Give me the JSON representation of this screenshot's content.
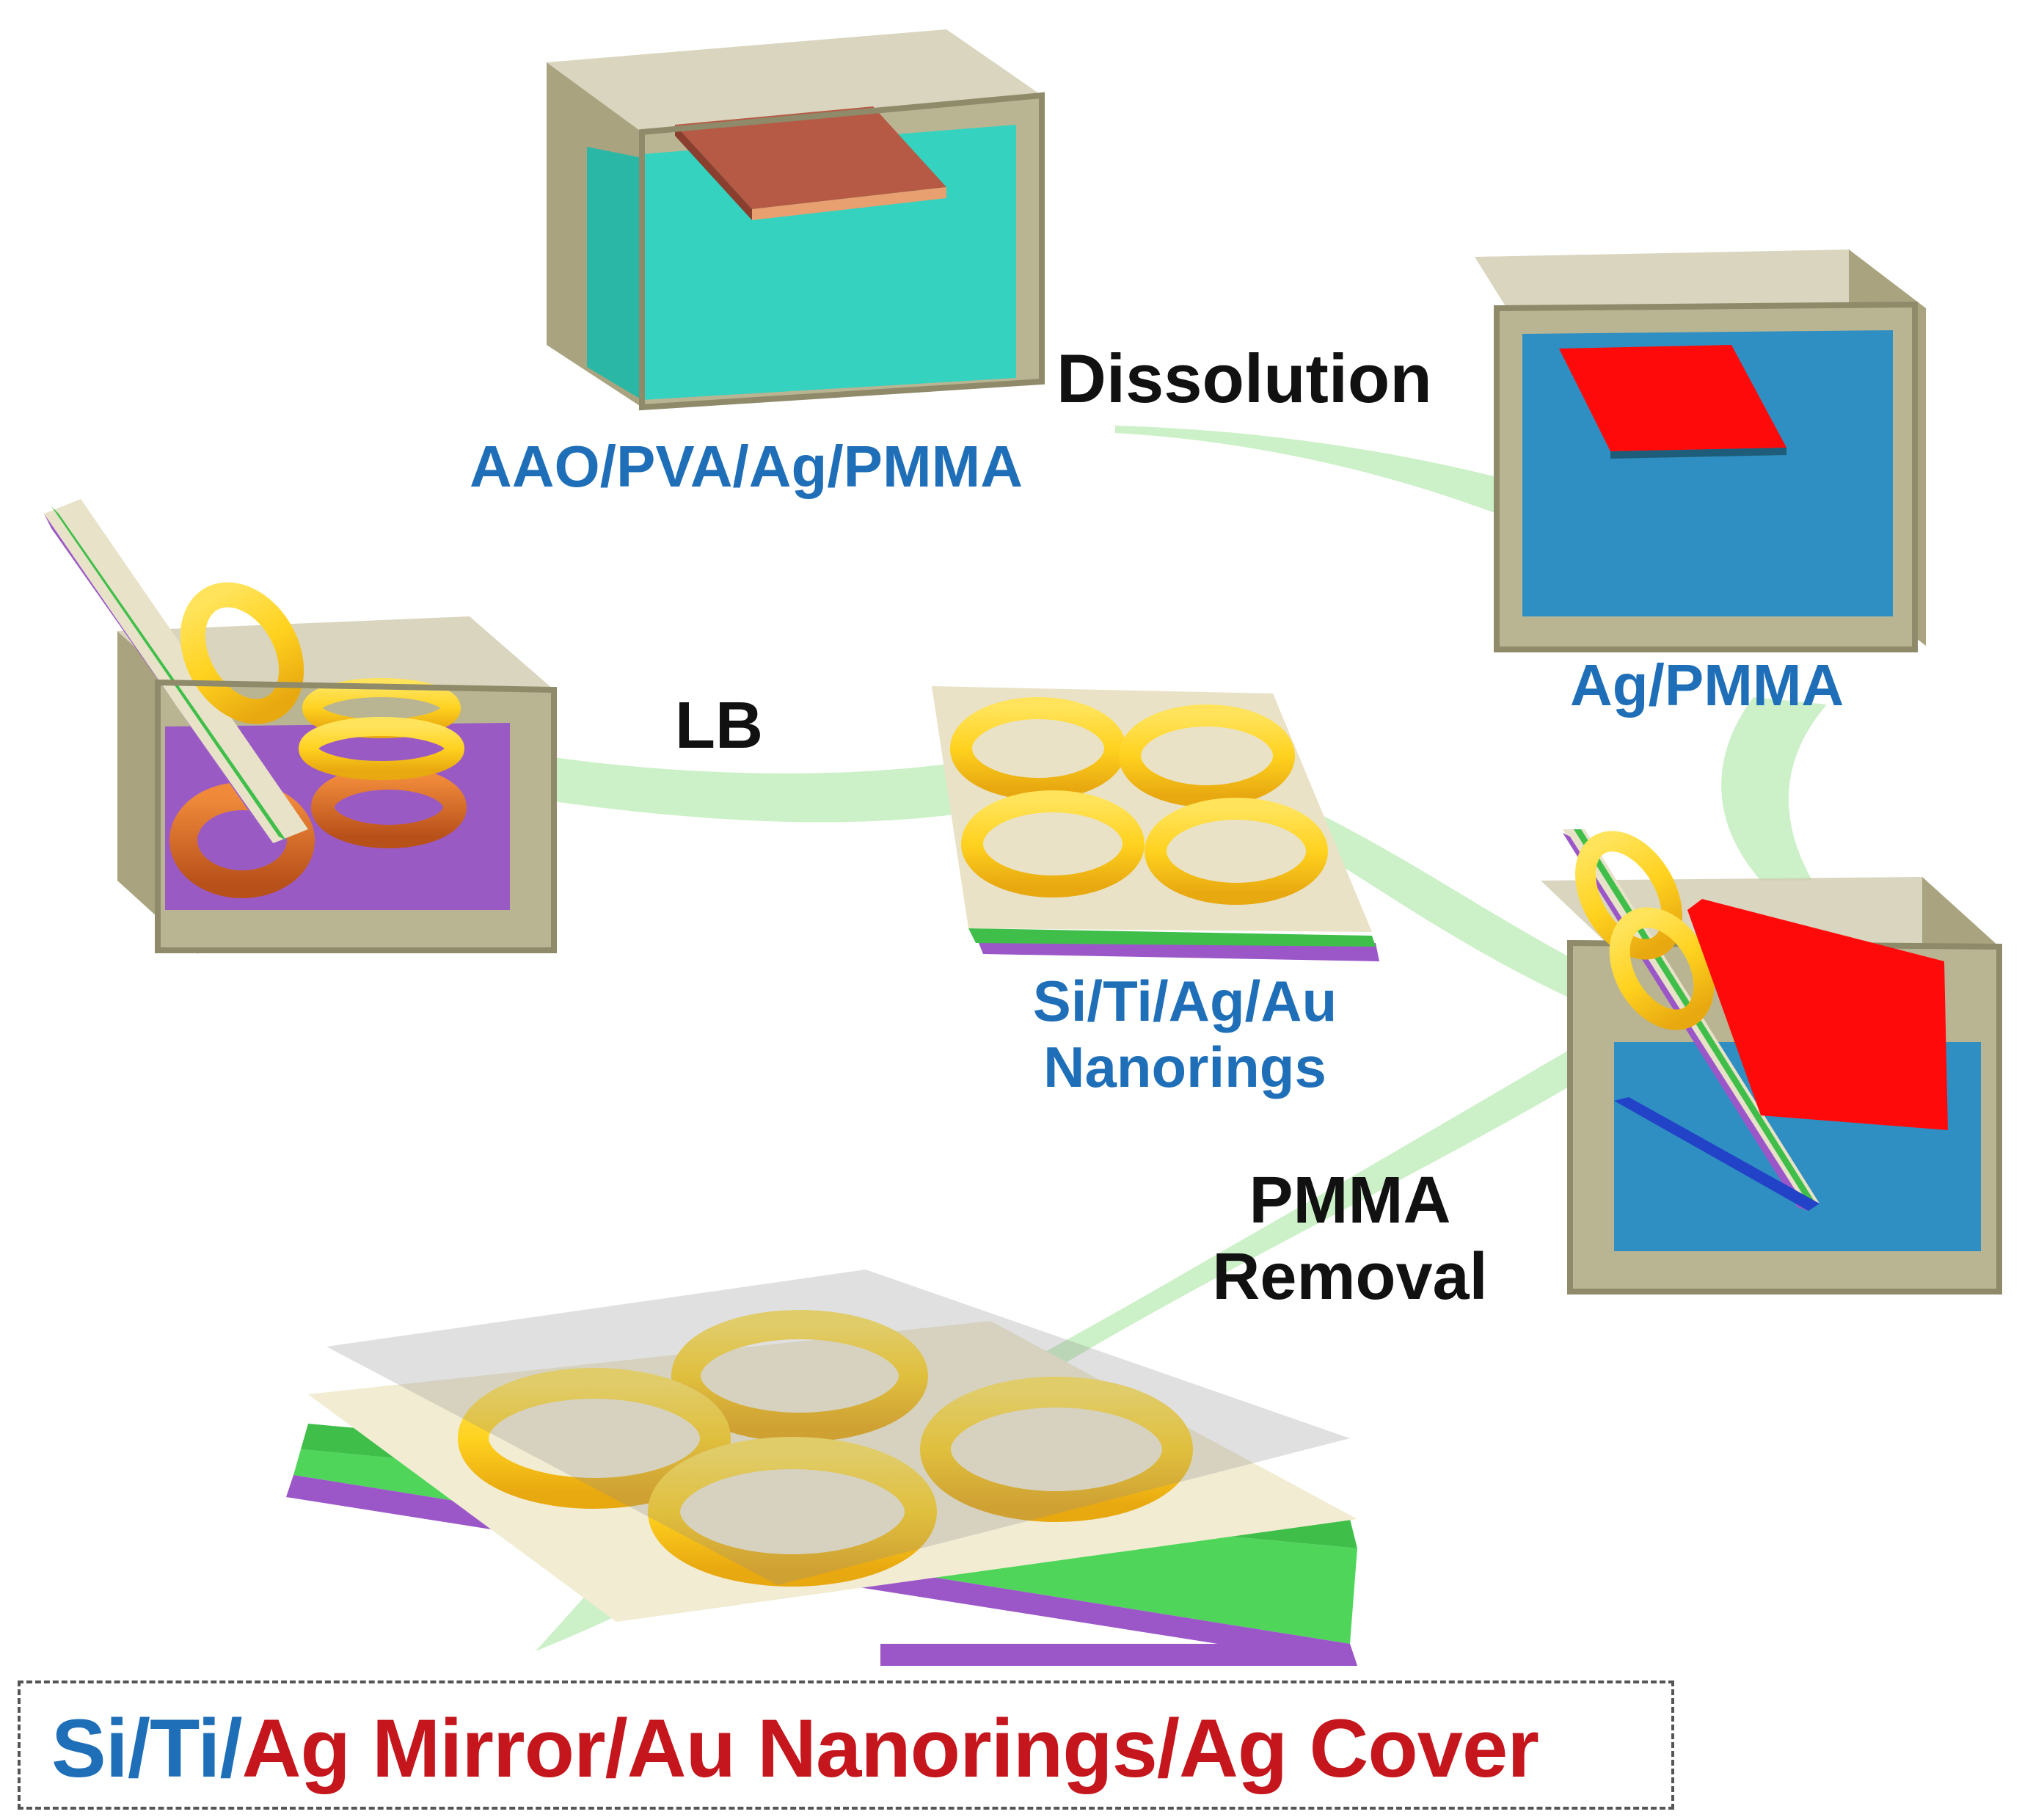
{
  "labels": {
    "dissolution": "Dissolution",
    "aao_stack": "AAO/PVA/Ag/PMMA",
    "ag_pmma": "Ag/PMMA",
    "lb": "LB",
    "nanorings_line1": "Si/Ti/Ag/Au",
    "nanorings_line2": "Nanorings",
    "pmma_removal_line1": "PMMA",
    "pmma_removal_line2": "Removal"
  },
  "caption": {
    "part1": "Si/Ti/",
    "part2": "Ag Mirror/Au Nanorings/Ag Cover"
  },
  "colors": {
    "blue_label": "#1f6fb8",
    "red_label": "#c4161c",
    "arrow_green": "#c9efc4",
    "cyan_liquid": "#35d2c0",
    "blue_liquid": "#2f8fc2",
    "purple_liquid": "#9a5ac4",
    "pmma_red": "#ff0a0a",
    "gold_ring": "#ffd21f",
    "orange_ring": "#d9651e",
    "glass": "#b9b592"
  }
}
